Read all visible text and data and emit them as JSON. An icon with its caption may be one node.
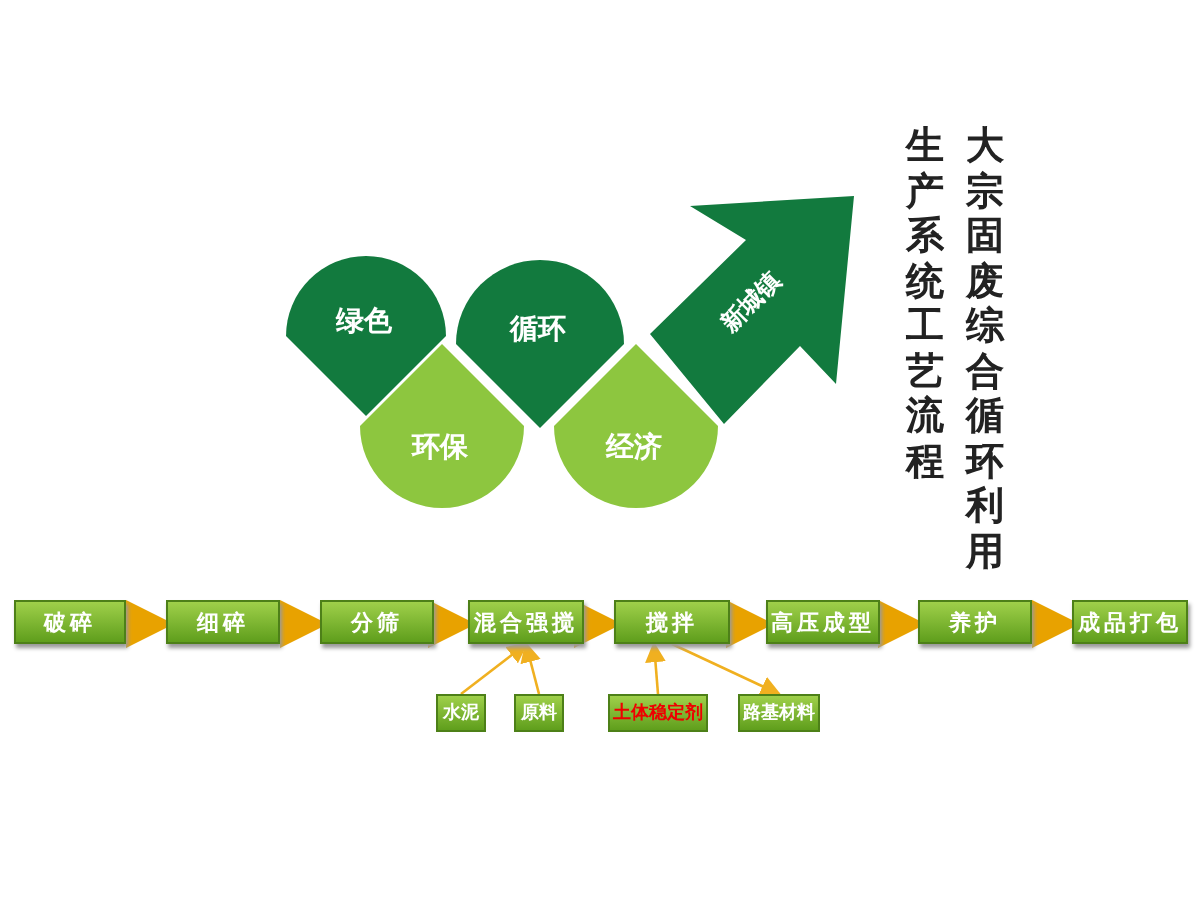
{
  "diagram": {
    "title": "大宗固废综合循环利用生产系统工艺流程",
    "nodes": [
      {
        "text": [
          "绿色"
        ]
      },
      {
        "text": [
          "环保"
        ]
      },
      {
        "text": [
          "循环"
        ]
      },
      {
        "text": [
          "经济"
        ]
      },
      {
        "text": [
          "新城镇"
        ]
      },
      {
        "text": [
          "破碎"
        ]
      },
      {
        "text": [
          "细碎"
        ]
      },
      {
        "text": [
          "分筛"
        ]
      },
      {
        "text": [
          "混合强搅"
        ]
      },
      {
        "text": [
          "搅拌"
        ]
      },
      {
        "text": [
          "高压成型"
        ]
      },
      {
        "text": [
          "养护"
        ]
      },
      {
        "text": [
          "成品打包"
        ]
      },
      {
        "text": [
          "水泥"
        ]
      },
      {
        "text": [
          "原料"
        ]
      },
      {
        "text": [
          "土体稳定剂"
        ]
      },
      {
        "text": [
          "路基材料"
        ]
      }
    ],
    "edges": [
      {
        "from": 5,
        "to": 6,
        "arrow": "to"
      },
      {
        "from": 6,
        "to": 7,
        "arrow": "to"
      },
      {
        "from": 7,
        "to": 8,
        "arrow": "to"
      },
      {
        "from": 8,
        "to": 9,
        "arrow": "to"
      },
      {
        "from": 9,
        "to": 10,
        "arrow": "to"
      },
      {
        "from": 10,
        "to": 11,
        "arrow": "to"
      },
      {
        "from": 11,
        "to": 12,
        "arrow": "to"
      },
      {
        "from": 13,
        "to": 8,
        "arrow": "to"
      },
      {
        "from": 14,
        "to": 8,
        "arrow": "to"
      },
      {
        "from": 15,
        "to": 9,
        "arrow": "to"
      },
      {
        "from": 9,
        "to": 16,
        "arrow": "to"
      }
    ]
  }
}
